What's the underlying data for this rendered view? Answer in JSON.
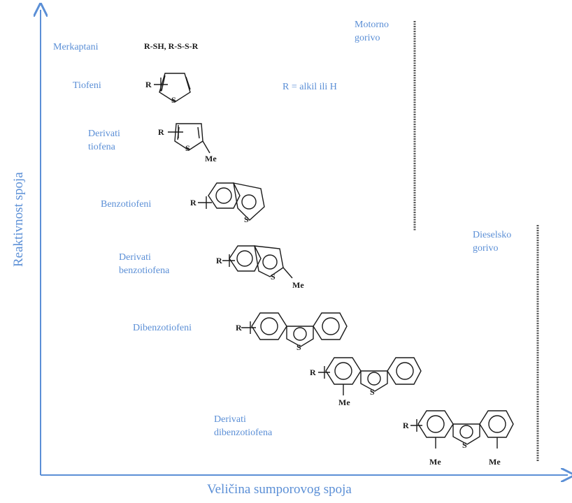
{
  "axes": {
    "y_title": "Reaktivnost spoja",
    "x_title": "Veličina sumporovog spoja",
    "color": "#5b8fd6"
  },
  "compounds": [
    {
      "label": "Merkaptani",
      "formula": "R-SH, R-S-S-R"
    },
    {
      "label": "Tiofeni"
    },
    {
      "label_lines": [
        "Derivati",
        "tiofena"
      ]
    },
    {
      "label": "Benzotiofeni"
    },
    {
      "label_lines": [
        "Derivati",
        "benzotiofena"
      ]
    },
    {
      "label": "Dibenzotiofeni"
    },
    {
      "label_lines": [
        "Derivati",
        "dibenzotiofena"
      ]
    }
  ],
  "legend_note": "R = alkil ili H",
  "fuel_bands": [
    {
      "lines": [
        "Motorno",
        "gorivo"
      ]
    },
    {
      "lines": [
        "Dieselsko",
        "gorivo"
      ]
    }
  ],
  "atoms": {
    "sulfur": "S",
    "substituent": "R",
    "methyl": "Me"
  },
  "label_color": "#5b8fd6",
  "structure_color": "#1a1a1a"
}
